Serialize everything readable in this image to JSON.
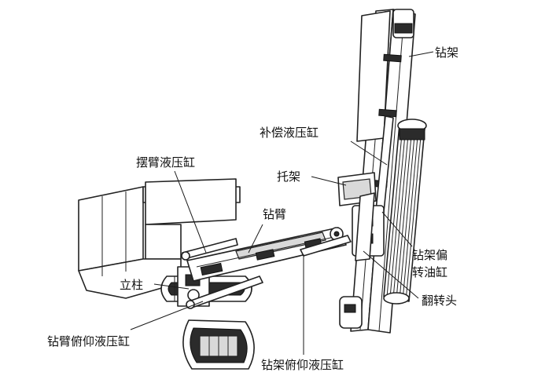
{
  "labels": {
    "drill_frame": "钻架",
    "compensation_cylinder": "补偿液压缸",
    "swing_arm_cylinder": "摆臂液压缸",
    "bracket": "托架",
    "drill_arm": "钻臂",
    "frame_offset_cylinder_line1": "钻架偏",
    "frame_offset_cylinder_line2": "转油缸",
    "column": "立柱",
    "turnover_head": "翻转头",
    "arm_pitch_cylinder": "钻臂俯仰液压缸",
    "frame_pitch_cylinder": "钻架俯仰液压缸"
  }
}
